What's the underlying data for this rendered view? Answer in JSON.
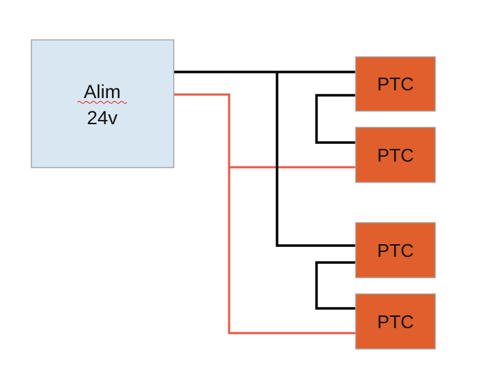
{
  "diagram": {
    "power_supply": {
      "line1": "Alim",
      "line2": "24v",
      "fill": "#d9e7f3",
      "border": "#a6a6a6",
      "spellcheck_underline_color": "#e0403a"
    },
    "heaters": [
      {
        "label": "PTC"
      },
      {
        "label": "PTC"
      },
      {
        "label": "PTC"
      },
      {
        "label": "PTC"
      }
    ],
    "heater_fill": "#e05f2c",
    "heater_border": "#a6a6a6",
    "wires": {
      "negative_color": "#000000",
      "positive_color": "#e9574a"
    }
  }
}
